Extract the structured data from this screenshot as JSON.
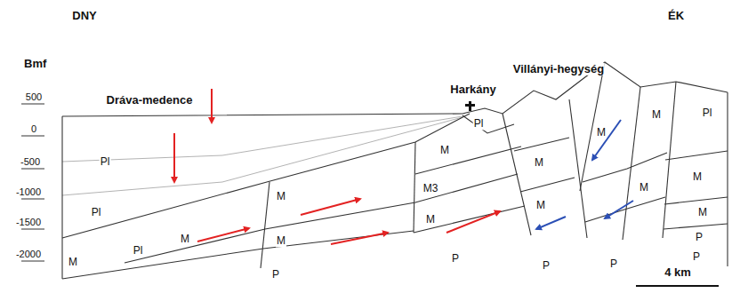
{
  "diagram": {
    "labels": [
      "DNY",
      "ÉK",
      "Bmf",
      "500",
      "0",
      "-500",
      "-1000",
      "-1500",
      "-2000",
      "Dráva-medence",
      "Harkány",
      "Villányi-hegység",
      "Pl",
      "Pl",
      "Pl",
      "M",
      "M",
      "M",
      "M",
      "P",
      "M3",
      "M",
      "M",
      "P",
      "Pl",
      "M",
      "M",
      "P",
      "M",
      "M",
      "M",
      "P",
      "Pl",
      "M",
      "M",
      "P",
      "P",
      "4 km"
    ]
  }
}
